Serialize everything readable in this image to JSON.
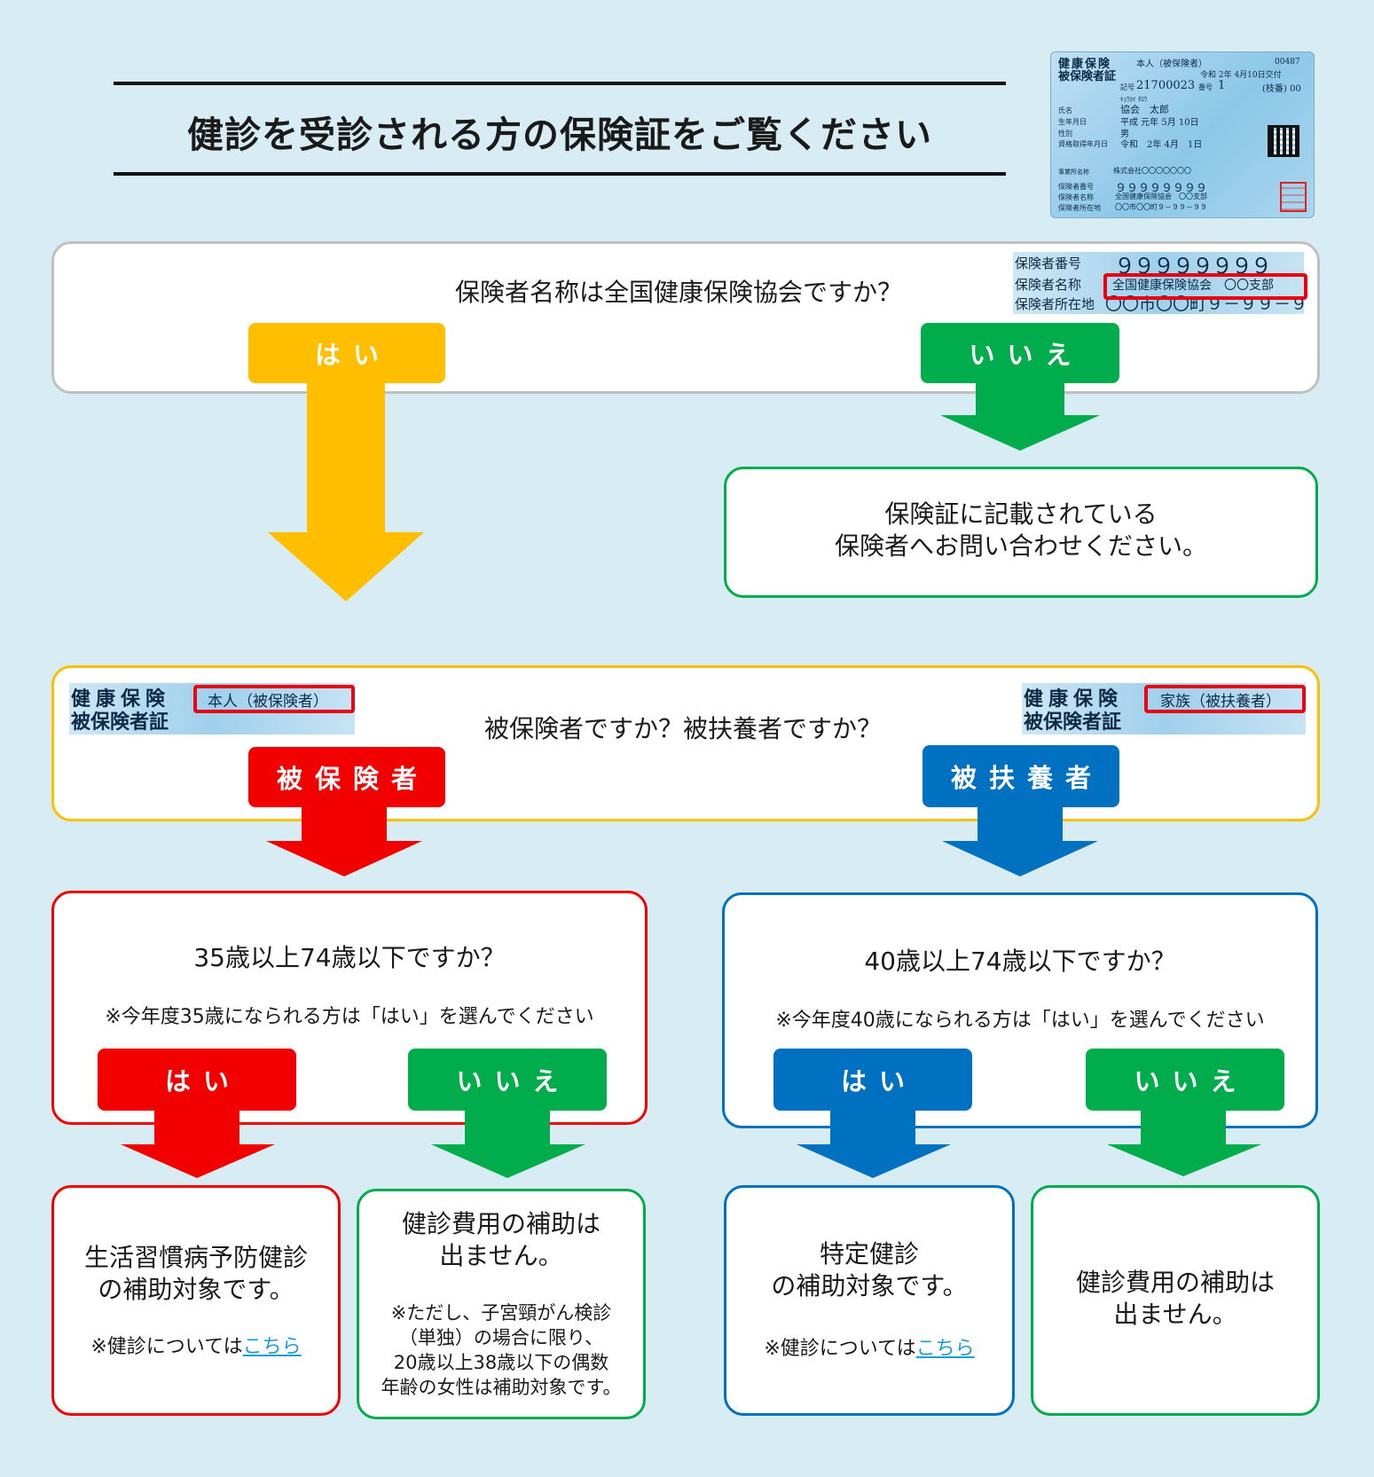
{
  "title": "健診を受診される方の保険証をご覧ください",
  "card": {
    "type_line1": "健康保険",
    "type_line2": "被保険者証",
    "person_kind": "本人（被保険者）",
    "top_code": "00487",
    "issued": "令和 2年 4月10日交付",
    "kigo_label": "記号",
    "kigo": "21700023",
    "bango_label": "番号",
    "bango": "1",
    "edaban": "(枝番) 00",
    "kana": "ｷｮｳｶｲ ﾀﾛｳ",
    "name_label": "氏名",
    "name": "協会　太郎",
    "birth_label": "生年月日",
    "birth": "平成 元年 5月 10日",
    "sex_label": "性別",
    "sex": "男",
    "qual_label": "資格取得年月日",
    "qual": "令和　2年 4月　1日",
    "office_label": "事業所名称",
    "office": "株式会社〇〇〇〇〇〇〇",
    "insurer_no_label": "保険者番号",
    "insurer_no": "９９９９９９９９",
    "insurer_name_label": "保険者名称",
    "insurer_name": "全国健康保険協会　〇〇支部",
    "insurer_addr_label": "保険者所在地",
    "insurer_addr": "〇〇市〇〇町９－９９－９９"
  },
  "q1": {
    "question": "保険者名称は全国健康保険協会ですか？",
    "yes": "はい",
    "no": "いいえ",
    "no_result_line1": "保険証に記載されている",
    "no_result_line2": "保険者へお問い合わせください。",
    "strip": {
      "no_label": "保険者番号",
      "no_value": "９９９９９９９９",
      "name_label": "保険者名称",
      "name_value": "全国健康保険協会　〇〇支部",
      "addr_label": "保険者所在地",
      "addr_value": "〇〇市〇〇町９－９９－９９"
    }
  },
  "q2": {
    "question": "被保険者ですか？被扶養者ですか？",
    "insured": "被保険者",
    "dependent": "被扶養者",
    "strip_left": {
      "line1": "健康保険",
      "line2": "被保険者証",
      "kind": "本人（被保険者）"
    },
    "strip_right": {
      "line1": "健康保険",
      "line2": "被保険者証",
      "kind": "家族（被扶養者）"
    }
  },
  "insured_branch": {
    "question": "35歳以上74歳以下ですか？",
    "note": "※今年度35歳になられる方は「はい」を選んでください",
    "yes": "はい",
    "no": "いいえ",
    "yes_result_line1": "生活習慣病予防健診",
    "yes_result_line2": "の補助対象です。",
    "yes_link_prefix": "※健診については",
    "yes_link": "こちら",
    "no_result_line1": "健診費用の補助は",
    "no_result_line2": "出ません。",
    "no_note_line1": "※ただし、子宮頸がん検診",
    "no_note_line2": "（単独）の場合に限り、",
    "no_note_line3": "20歳以上38歳以下の偶数",
    "no_note_line4": "年齢の女性は補助対象です。"
  },
  "dependent_branch": {
    "question": "40歳以上74歳以下ですか？",
    "note": "※今年度40歳になられる方は「はい」を選んでください",
    "yes": "はい",
    "no": "いいえ",
    "yes_result_line1": "特定健診",
    "yes_result_line2": "の補助対象です。",
    "yes_link_prefix": "※健診については",
    "yes_link": "こちら",
    "no_result_line1": "健診費用の補助は",
    "no_result_line2": "出ません。"
  },
  "colors": {
    "yellow": "#ffbe00",
    "green": "#00ac4b",
    "red": "#f20000",
    "blue": "#0070c0",
    "gray_border": "#c0c0c0",
    "background": "#d8edf3"
  }
}
